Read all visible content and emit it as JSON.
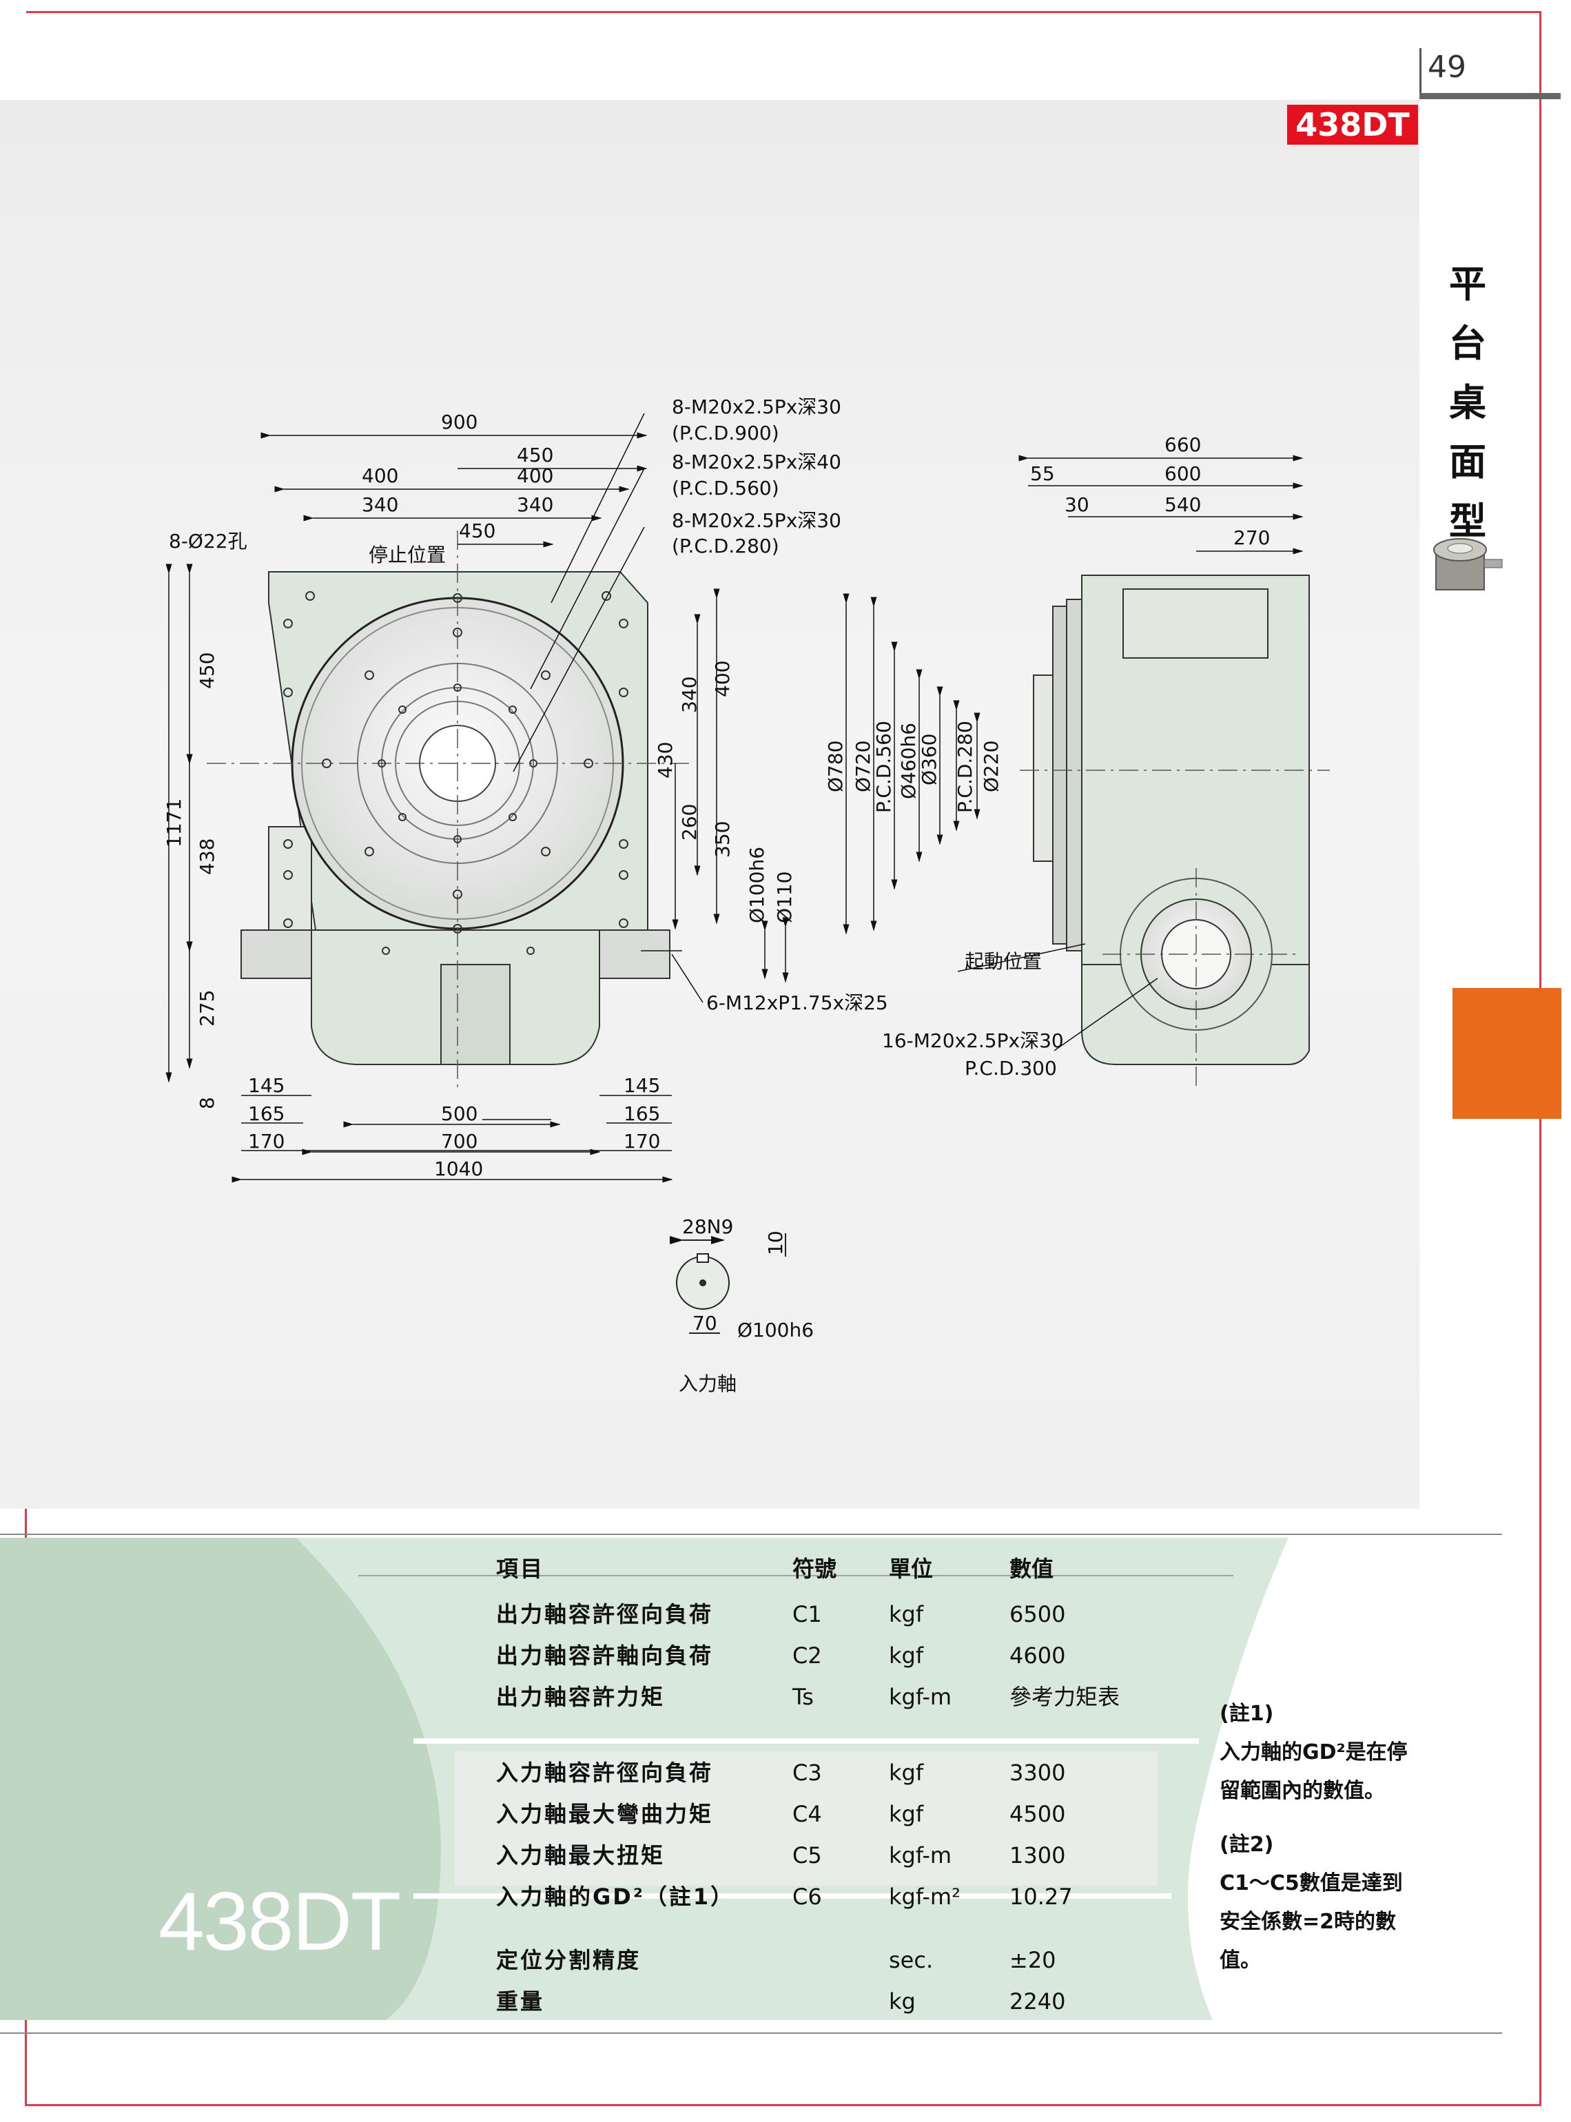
{
  "page": {
    "number": "49",
    "model": "438DT",
    "category_chars": [
      "平",
      "台",
      "桌",
      "面",
      "型"
    ]
  },
  "drawing": {
    "front_top_dims": [
      "900",
      "450",
      "400",
      "400",
      "340",
      "340",
      "450"
    ],
    "front_callouts": [
      "8-Ø22孔",
      "停止位置"
    ],
    "holes": [
      {
        "spec": "8-M20x2.5Px深30",
        "pcd": "(P.C.D.900)"
      },
      {
        "spec": "8-M20x2.5Px深40",
        "pcd": "(P.C.D.560)"
      },
      {
        "spec": "8-M20x2.5Px深30",
        "pcd": "(P.C.D.280)"
      }
    ],
    "front_left_dims": [
      "450",
      "1171",
      "438",
      "275",
      "8"
    ],
    "front_right_dims": [
      "340",
      "400",
      "430",
      "260",
      "350",
      "Ø100h6",
      "Ø110"
    ],
    "front_bottom_dims": [
      "145",
      "165",
      "170",
      "500",
      "700",
      "1040",
      "145",
      "165",
      "170"
    ],
    "front_thread": "6-M12xP1.75x深25",
    "side_top_dims": [
      "660",
      "55",
      "600",
      "30",
      "540",
      "270"
    ],
    "side_left_dims": [
      "Ø780",
      "Ø720",
      "P.C.D.560",
      "Ø460h6",
      "Ø360",
      "P.C.D.280",
      "Ø220"
    ],
    "side_callouts": [
      "起動位置",
      "16-M20x2.5Px深30",
      "P.C.D.300"
    ],
    "shaft": {
      "key": "28N9",
      "depth": "10",
      "len": "70",
      "dia": "Ø100h6",
      "caption": "入力軸"
    }
  },
  "specs": {
    "headers": [
      "項目",
      "符號",
      "單位",
      "數值"
    ],
    "group1": [
      {
        "item": "出力軸容許徑向負荷",
        "sym": "C1",
        "unit": "kgf",
        "value": "6500"
      },
      {
        "item": "出力軸容許軸向負荷",
        "sym": "C2",
        "unit": "kgf",
        "value": "4600"
      },
      {
        "item": "出力軸容許力矩",
        "sym": "Ts",
        "unit": "kgf-m",
        "value": "參考力矩表"
      }
    ],
    "group2": [
      {
        "item": "入力軸容許徑向負荷",
        "sym": "C3",
        "unit": "kgf",
        "value": "3300"
      },
      {
        "item": "入力軸最大彎曲力矩",
        "sym": "C4",
        "unit": "kgf",
        "value": "4500"
      },
      {
        "item": "入力軸最大扭矩",
        "sym": "C5",
        "unit": "kgf-m",
        "value": "1300"
      },
      {
        "item": "入力軸的GD²（註1）",
        "sym": "C6",
        "unit": "kgf-m²",
        "value": "10.27"
      }
    ],
    "group3": [
      {
        "item": "定位分割精度",
        "sym": "",
        "unit": "sec.",
        "value": "±20"
      },
      {
        "item": "重量",
        "sym": "",
        "unit": "kg",
        "value": "2240"
      }
    ]
  },
  "notes": [
    "(註1)",
    "入力軸的GD²是在停",
    "留範圍內的數值。",
    "(註2)",
    "C1～C5數值是達到",
    "安全係數=2時的數",
    "值。"
  ],
  "colors": {
    "accent_red": "#e3121e",
    "frame_red": "#e63946",
    "orange": "#ea6a1c",
    "body_green": "#dde6dc",
    "band_green": "#c9dccb"
  }
}
